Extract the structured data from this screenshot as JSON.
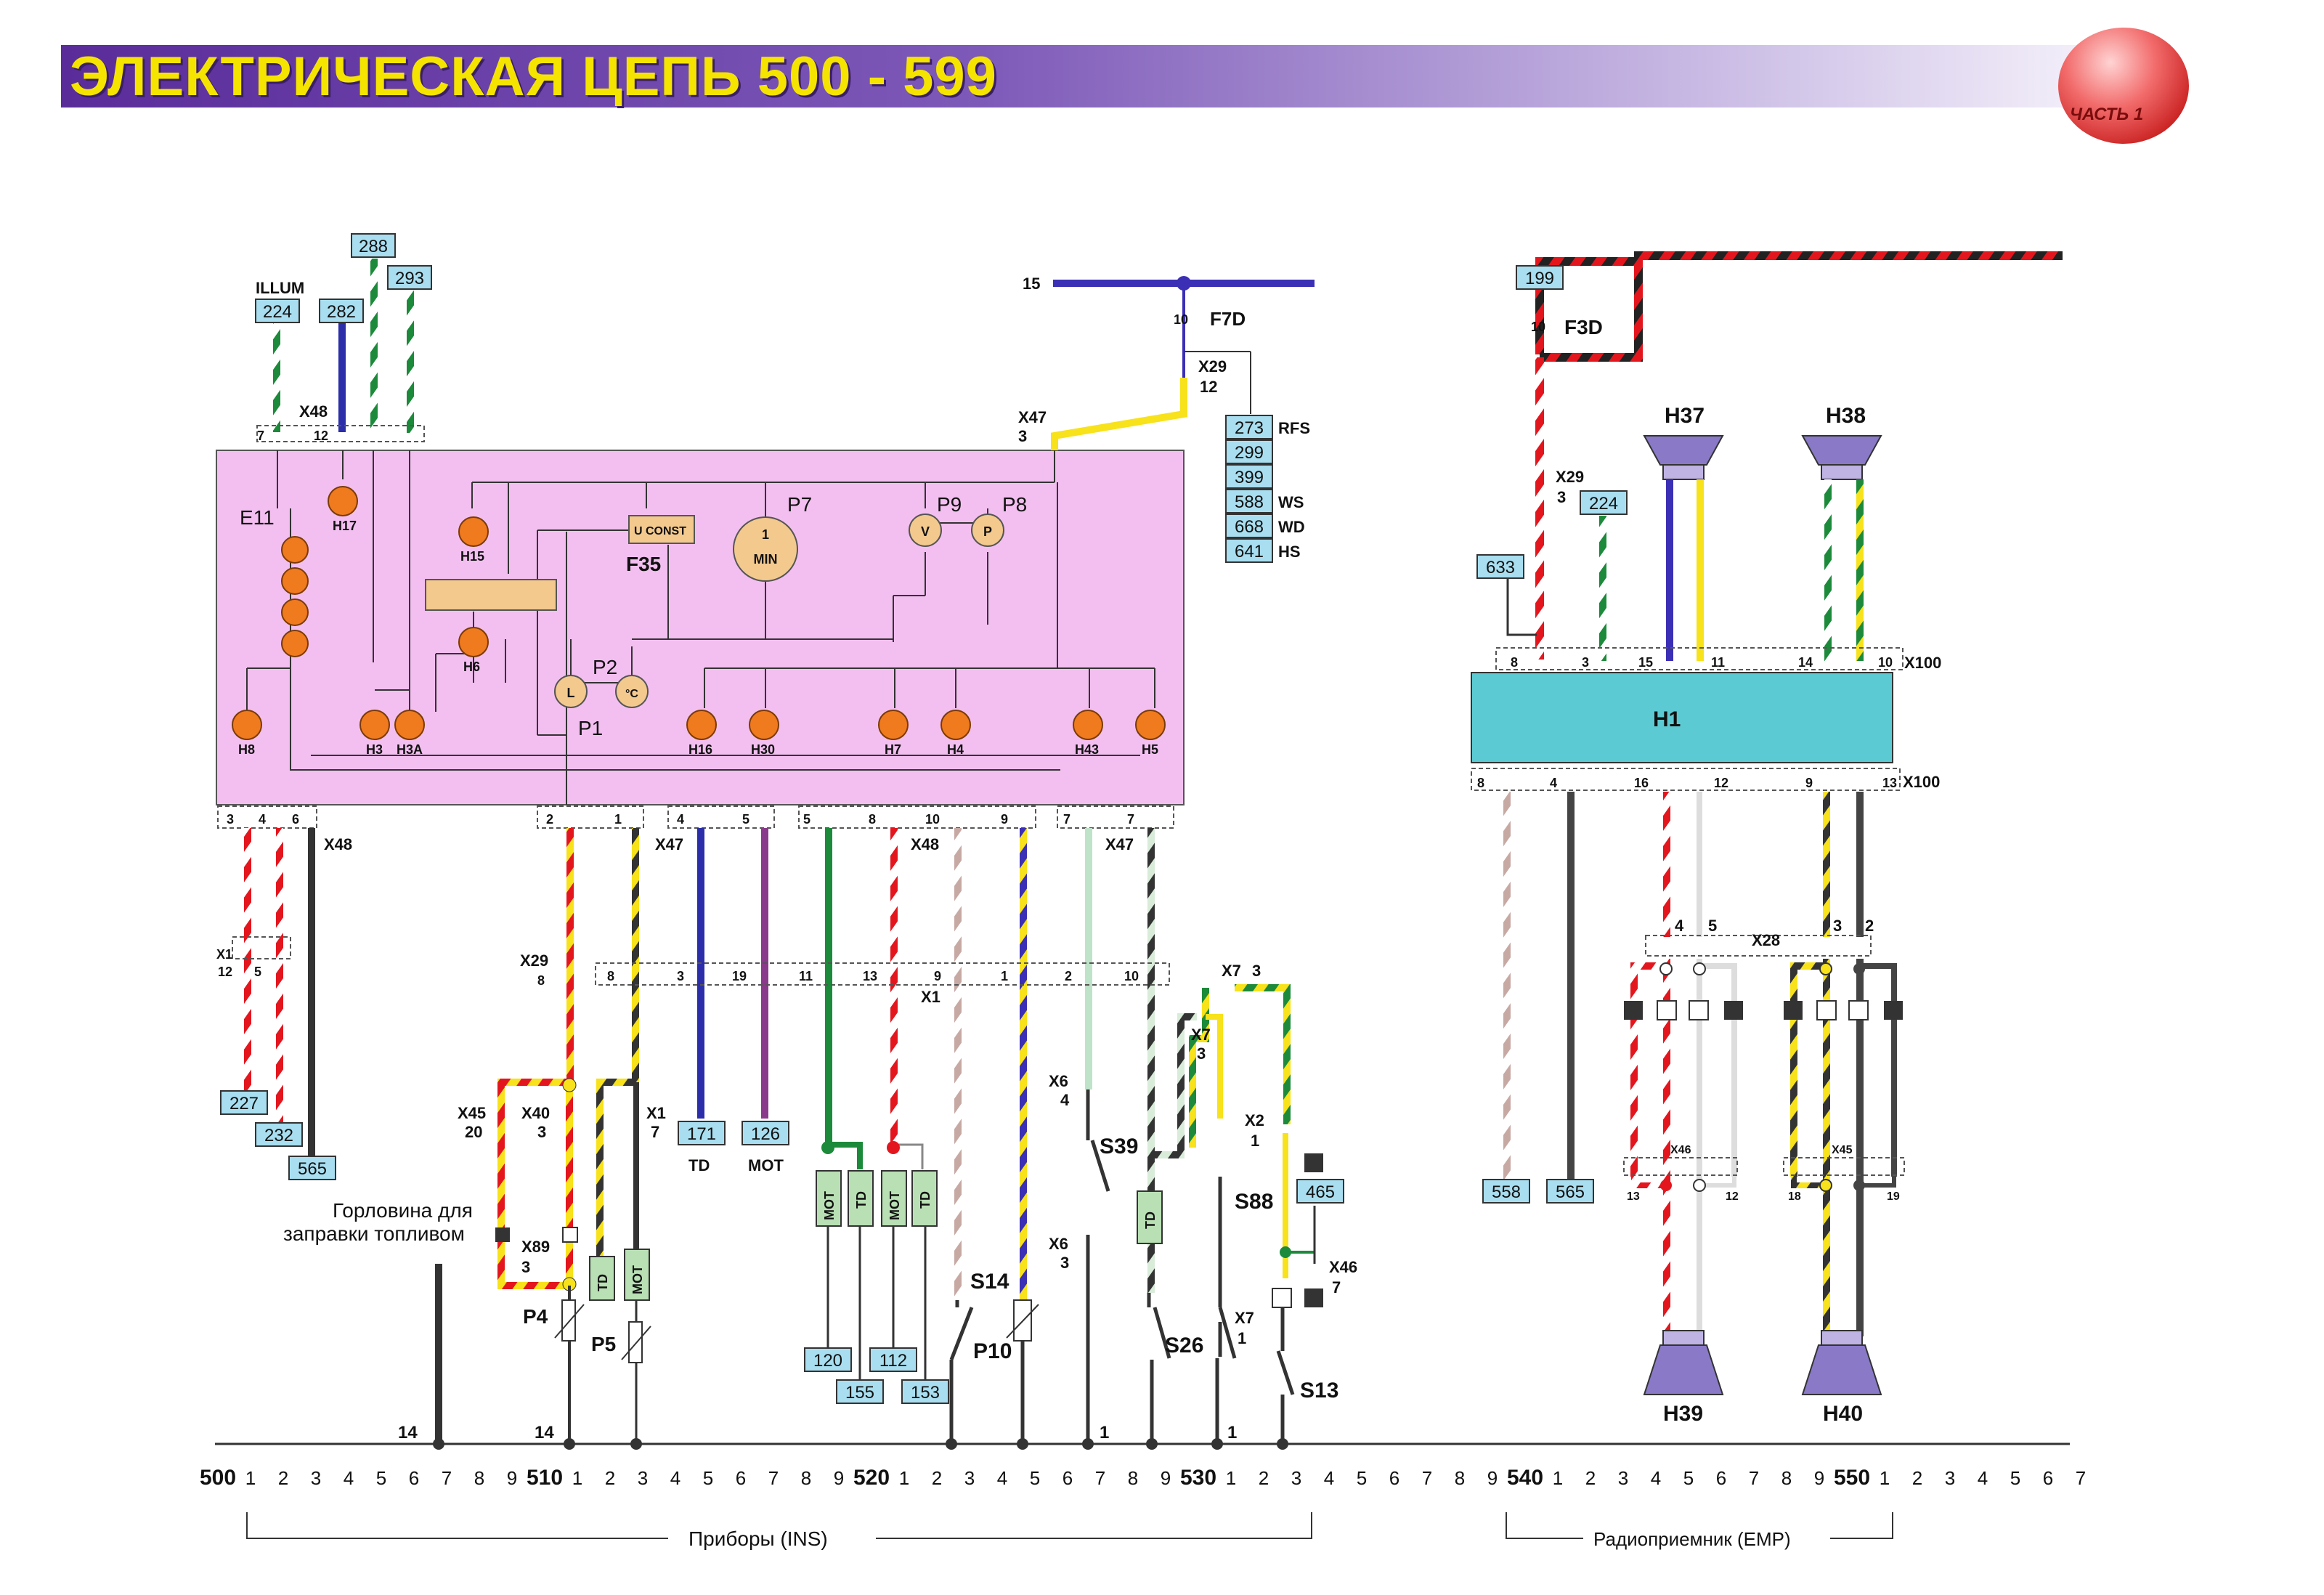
{
  "title": "ЭЛЕКТРИЧЕСКАЯ ЦЕПЬ 500 - 599",
  "part_label": "ЧАСТЬ 1",
  "colors": {
    "title_text": "#f5e400",
    "header_band": "#6a42aa",
    "instrument_panel": "#f3bff0",
    "radio_block": "#5ccad3",
    "ref_box": "#a8def0",
    "lamp": "#f07a1e"
  },
  "top_refs": {
    "illum": "ILLUM",
    "r224": "224",
    "r282": "282",
    "r288": "288",
    "r293": "293",
    "x48": "X48",
    "pin7": "7",
    "pin12": "12"
  },
  "fuse_ins": {
    "bus": "15",
    "pin": "10",
    "name": "F7D",
    "conn": "X29",
    "conn_pin": "12",
    "x47": "X47",
    "x47_pin": "3"
  },
  "ref_stack": [
    {
      "num": "273",
      "tag": "RFS"
    },
    {
      "num": "299",
      "tag": ""
    },
    {
      "num": "399",
      "tag": ""
    },
    {
      "num": "588",
      "tag": "WS"
    },
    {
      "num": "668",
      "tag": "WD"
    },
    {
      "num": "641",
      "tag": "HS"
    }
  ],
  "panel": {
    "e11": "E11",
    "h17": "H17",
    "h15": "H15",
    "h6": "H6",
    "h8": "H8",
    "h3": "H3",
    "h3a": "H3A",
    "uconst": "U CONST",
    "f35": "F35",
    "p7": "P7",
    "p7_dial1": "1",
    "p7_dial2": "MIN",
    "p9": "P9",
    "p8": "P8",
    "v": "V",
    "p": "P",
    "p2": "P2",
    "l": "L",
    "c": "°C",
    "p1": "P1",
    "h16": "H16",
    "h30": "H30",
    "h7": "H7",
    "h4": "H4",
    "h43": "H43",
    "h5": "H5"
  },
  "bottom_conn": {
    "x48": "X48",
    "x47": "X47",
    "x48b": "X48",
    "x47b": "X47",
    "p3": "3",
    "p4": "4",
    "p6": "6",
    "p2": "2",
    "p1": "1",
    "p4b": "4",
    "p5": "5",
    "p5b": "5",
    "p8": "8",
    "p10": "10",
    "p9": "9",
    "p7": "7",
    "p7b": "7"
  },
  "wiring": {
    "x1": "X1",
    "x1_12": "12",
    "x1_5": "5",
    "r227": "227",
    "r232": "232",
    "r565": "565",
    "x29": "X29",
    "x29_8": "8",
    "x1_row": [
      "8",
      "3",
      "19",
      "11",
      "13",
      "9",
      "1",
      "2",
      "10"
    ],
    "x45": "X45",
    "x45_20": "20",
    "x40": "X40",
    "x40_3": "3",
    "x1b": "X1",
    "x1b_7": "7",
    "r171": "171",
    "td": "TD",
    "r126": "126",
    "mot": "MOT",
    "filler": "Горловина для\nзаправки топливом",
    "filler1": "Горловина для",
    "filler2": "заправки топливом",
    "x89": "X89",
    "x89_3": "3",
    "p4": "P4",
    "p5": "P5",
    "td_box": "TD",
    "mot_box": "MOT",
    "r120": "120",
    "r155": "155",
    "r112": "112",
    "r153": "153",
    "s14": "S14",
    "p10": "P10",
    "x6a": "X6",
    "x6a_4": "4",
    "s39": "S39",
    "x6b": "X6",
    "x6b_3": "3",
    "s26": "S26",
    "x7a": "X7",
    "x7a_3": "3",
    "x7b": "X7",
    "x7b_3": "3",
    "x2": "X2",
    "x2_1": "1",
    "s88": "S88",
    "r465": "465",
    "x46": "X46",
    "x46_7": "7",
    "x7c": "X7",
    "x7c_1": "1",
    "s13": "S13",
    "g14a": "14",
    "g14b": "14",
    "g1a": "1",
    "g1b": "1"
  },
  "radio": {
    "r199": "199",
    "fuse_pin": "10",
    "fuse": "F3D",
    "x29": "X29",
    "x29_3": "3",
    "r633": "633",
    "r224": "224",
    "h37": "H37",
    "h38": "H38",
    "h1": "H1",
    "x100_top": "X100",
    "x100_bot": "X100",
    "top_pins": [
      "8",
      "3",
      "15",
      "11",
      "14",
      "10"
    ],
    "bot_pins": [
      "8",
      "4",
      "16",
      "12",
      "9",
      "13"
    ],
    "x28": "X28",
    "x28_pins": [
      "4",
      "5",
      "3",
      "2"
    ],
    "x46": "X46",
    "x46_13": "13",
    "x46_12": "12",
    "x45": "X45",
    "x45_18": "18",
    "x45_19": "19",
    "r558": "558",
    "r565": "565",
    "h39": "H39",
    "h40": "H40"
  },
  "scale": {
    "marks": [
      "500",
      "1",
      "2",
      "3",
      "4",
      "5",
      "6",
      "7",
      "8",
      "9",
      "510",
      "1",
      "2",
      "3",
      "4",
      "5",
      "6",
      "7",
      "8",
      "9",
      "520",
      "1",
      "2",
      "3",
      "4",
      "5",
      "6",
      "7",
      "8",
      "9",
      "530",
      "1",
      "2",
      "3",
      "4",
      "5",
      "6",
      "7",
      "8",
      "9",
      "540",
      "1",
      "2",
      "3",
      "4",
      "5",
      "6",
      "7",
      "8",
      "9",
      "550",
      "1",
      "2",
      "3",
      "4",
      "5",
      "6",
      "7"
    ],
    "section_ins": "Приборы (INS)",
    "section_emp": "Радиоприемник (EMP)"
  }
}
